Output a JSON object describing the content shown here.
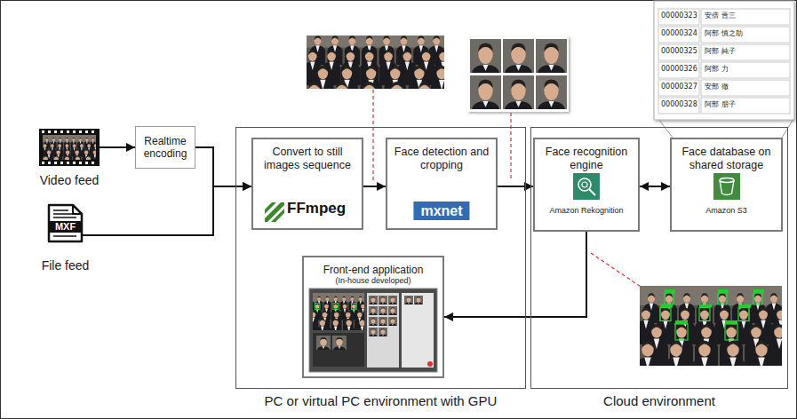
{
  "diagram": {
    "nodes": [
      {
        "text": [
          "Video feed"
        ]
      },
      {
        "text": [
          "MXF",
          "File feed"
        ]
      },
      {
        "text": [
          "Realtime encoding"
        ]
      },
      {
        "text": [
          "PC or virtual PC environment with GPU"
        ]
      },
      {
        "text": [
          "Convert to still images sequence",
          "FFmpeg"
        ],
        "in": 3
      },
      {
        "text": [
          "Face detection and cropping",
          "mxnet"
        ],
        "in": 3
      },
      {
        "text": [
          "Front-end application",
          "(In-house developed)"
        ],
        "in": 3
      },
      {
        "text": [
          "Cloud environment"
        ]
      },
      {
        "text": [
          "Face recognition engine",
          "Amazon Rekognition"
        ],
        "in": 7
      },
      {
        "text": [
          "Face database on shared storage",
          "Amazon S3"
        ],
        "in": 7
      }
    ],
    "edges": [
      {
        "from": 0,
        "to": 2,
        "arrow": "to"
      },
      {
        "from": 2,
        "to": 4,
        "arrow": "to"
      },
      {
        "from": 1,
        "to": 4,
        "arrow": "to"
      },
      {
        "from": 4,
        "to": 5,
        "arrow": "to"
      },
      {
        "from": 5,
        "to": 8,
        "arrow": "to"
      },
      {
        "from": 8,
        "to": 9,
        "arrow": "both"
      },
      {
        "from": 8,
        "to": 6,
        "arrow": "to"
      }
    ],
    "labels": [
      "00000323",
      "安倍 晋三",
      "00000324",
      "阿部 慎之助",
      "00000325",
      "阿部 純子",
      "00000326",
      "阿部 力",
      "00000327",
      "安部 徹",
      "00000328",
      "阿部 朋子"
    ]
  }
}
